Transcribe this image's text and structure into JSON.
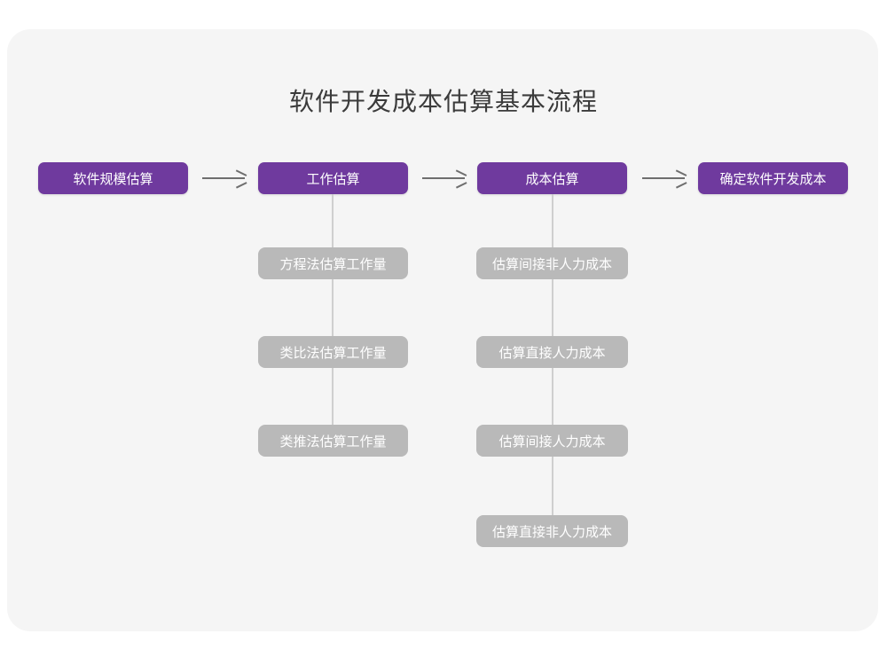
{
  "diagram": {
    "title": "软件开发成本估算基本流程",
    "type": "flowchart",
    "colors": {
      "page_background": "#ffffff",
      "panel_background": "#f5f5f5",
      "primary_node": "#6f3a9e",
      "secondary_node": "#b9b9b9",
      "node_text": "#ffffff",
      "title_text": "#3b3b3b",
      "arrow": "#6e6e6e",
      "connector": "#cfcfcf"
    },
    "main_flow": [
      {
        "id": "step-1",
        "label": "软件规模估算"
      },
      {
        "id": "step-2",
        "label": "工作估算"
      },
      {
        "id": "step-3",
        "label": "成本估算"
      },
      {
        "id": "step-4",
        "label": "确定软件开发成本"
      }
    ],
    "arrows": [
      {
        "id": "arrow-1",
        "from": "step-1",
        "to": "step-2",
        "glyph": "→"
      },
      {
        "id": "arrow-2",
        "from": "step-2",
        "to": "step-3",
        "glyph": "→"
      },
      {
        "id": "arrow-3",
        "from": "step-3",
        "to": "step-4",
        "glyph": "→"
      }
    ],
    "sub_flows": [
      {
        "parent": "step-2",
        "parent_label": "工作估算",
        "items": [
          {
            "id": "effort-1",
            "label": "方程法估算工作量"
          },
          {
            "id": "effort-2",
            "label": "类比法估算工作量"
          },
          {
            "id": "effort-3",
            "label": "类推法估算工作量"
          }
        ]
      },
      {
        "parent": "step-3",
        "parent_label": "成本估算",
        "items": [
          {
            "id": "cost-1",
            "label": "估算间接非人力成本"
          },
          {
            "id": "cost-2",
            "label": "估算直接人力成本"
          },
          {
            "id": "cost-3",
            "label": "估算间接人力成本"
          },
          {
            "id": "cost-4",
            "label": "估算直接非人力成本"
          }
        ]
      }
    ]
  }
}
